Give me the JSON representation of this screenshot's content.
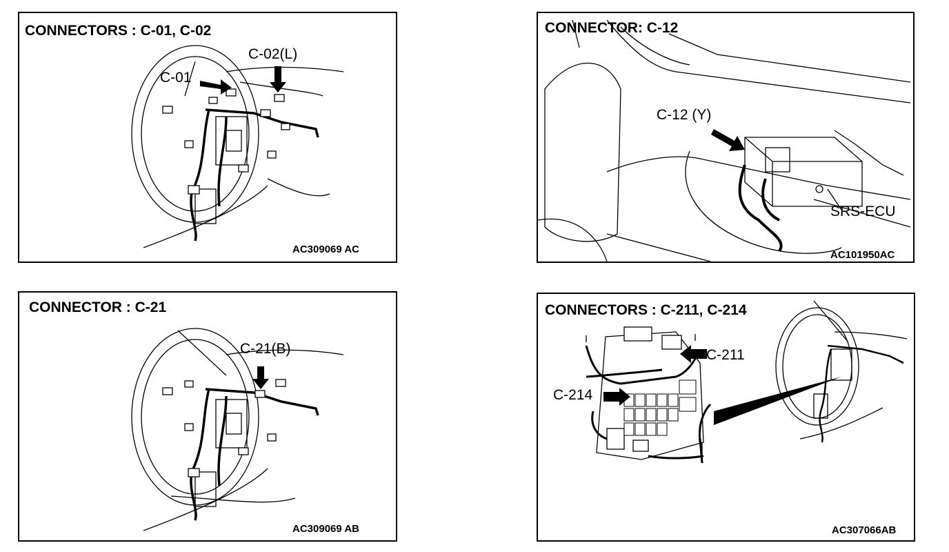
{
  "panels": [
    {
      "title": "CONNECTORS : C-01, C-02",
      "labels": [
        "C-01",
        "C-02(L)"
      ],
      "code": "AC309069 AC"
    },
    {
      "title": "CONNECTOR: C-12",
      "labels": [
        "C-12 (Y)",
        "SRS-ECU"
      ],
      "code": "AC101950AC"
    },
    {
      "title": "CONNECTOR : C-21",
      "labels": [
        "C-21(B)"
      ],
      "code": "AC309069 AB"
    },
    {
      "title": "CONNECTORS : C-211, C-214",
      "labels": [
        "C-211",
        "C-214"
      ],
      "code": "AC307066AB"
    }
  ]
}
